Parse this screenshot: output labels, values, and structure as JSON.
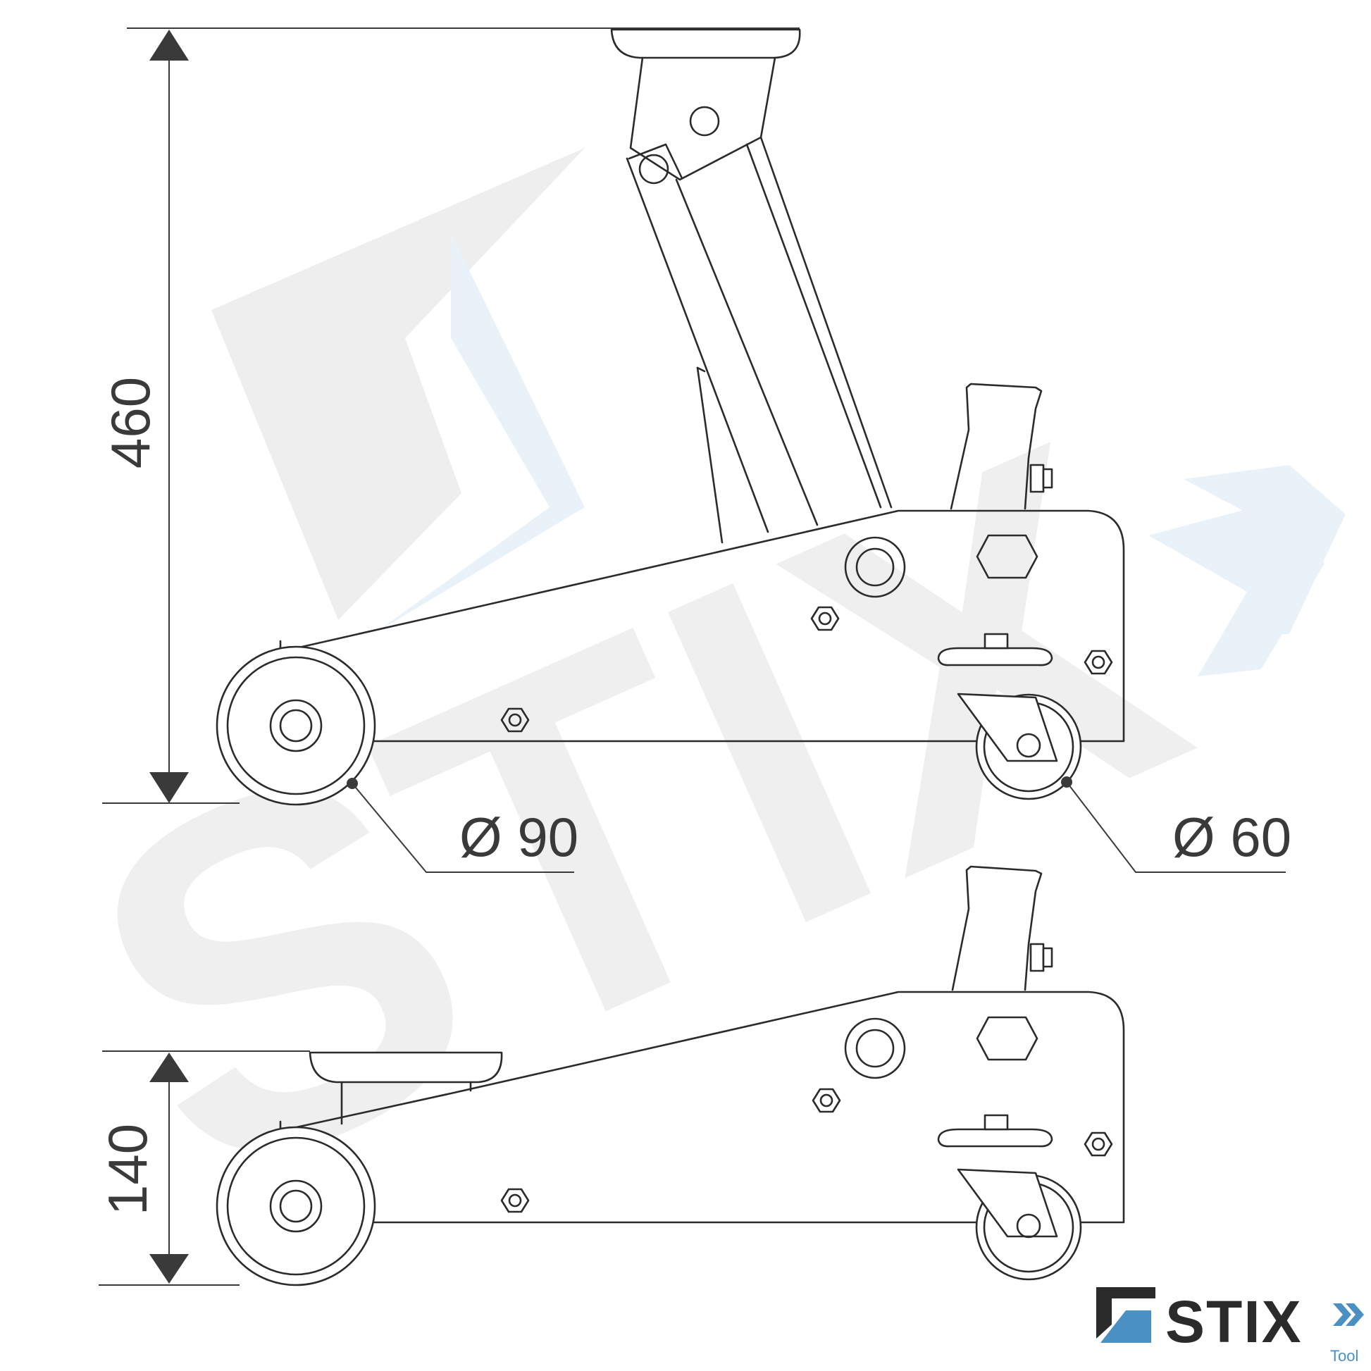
{
  "dimensions": {
    "max_height": "460",
    "min_height": "140",
    "front_wheel_diameter": "Ø 90",
    "rear_wheel_diameter": "Ø 60"
  },
  "brand": {
    "name": "STIX",
    "sub": "Tool",
    "accent_color": "#4a90c2"
  },
  "watermark_text": "STIX"
}
